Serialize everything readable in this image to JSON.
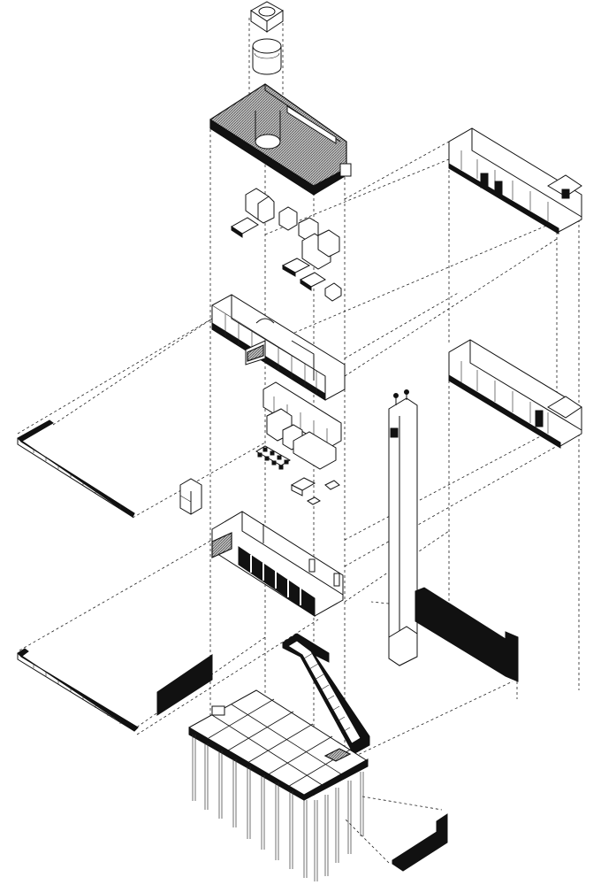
{
  "drawing": {
    "type": "exploded axonometric architectural diagram",
    "line_color": "#111111",
    "background_color": "#ffffff",
    "components": [
      {
        "name": "chimney-cap"
      },
      {
        "name": "chimney-flue"
      },
      {
        "name": "roof-deck"
      },
      {
        "name": "upper-furniture"
      },
      {
        "name": "upper-floor-walls"
      },
      {
        "name": "kitchen-dining-furniture"
      },
      {
        "name": "lower-floor-walls"
      },
      {
        "name": "stair-core"
      },
      {
        "name": "foundation-platform"
      },
      {
        "name": "piles"
      },
      {
        "name": "east-elevation-upper"
      },
      {
        "name": "east-elevation-lower"
      },
      {
        "name": "service-shaft"
      },
      {
        "name": "west-wall-fragment-upper"
      },
      {
        "name": "west-wall-fragment-lower"
      },
      {
        "name": "black-wall-panels"
      }
    ]
  }
}
